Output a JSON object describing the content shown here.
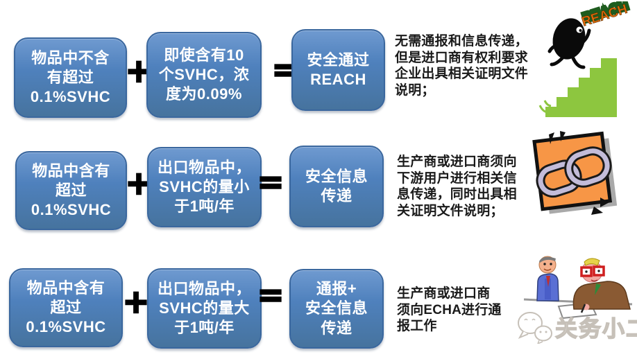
{
  "slide": {
    "topic": "REACH SVHC notification rules"
  },
  "operators": {
    "plus": "+",
    "equals": "="
  },
  "rows": [
    {
      "condition1": "物品中不含\n有超过\n0.1%SVHC",
      "condition2": "即使含有10\n个SVHC，浓\n度为0.09%",
      "result": "安全通过\nREACH",
      "description": "无需通报和信息传递，\n但是进口商有权利要求\n企业出具相关证明文件\n说明；",
      "illustration": "person-climbing-stairs-to-reach"
    },
    {
      "condition1": "物品中含有\n超过\n0.1%SVHC",
      "condition2": "出口物品中，\nSVHC的量小\n于1吨/年",
      "result": "安全信息\n传递",
      "description": "生产商或进口商须向\n下游用户进行相关信\n息传递，同时出具相\n关证明文件说明；",
      "illustration": "chain-links-clipart"
    },
    {
      "condition1": "物品中含有\n超过\n0.1%SVHC",
      "condition2": "出口物品中，\nSVHC的量大\n于1吨/年",
      "result": "通报+\n安全信息\n传递",
      "description": "生产商或进口商\n须向ECHA进行通\n报工作",
      "illustration": "businessmen-signing-document"
    }
  ],
  "illustrations": {
    "reach_label": "REACH"
  },
  "watermark": {
    "text": "关务小二"
  },
  "colors": {
    "box_blue": "#4f81bd",
    "box_border": "#3a679e",
    "body_text": "#1a1a1a",
    "operator_black": "#000000",
    "stairs_green": "#8dc63f",
    "reach_orange": "#e36c0a",
    "reach_green": "#1e5c1e",
    "chain_orange": "#f79646",
    "chain_silver": "#c3bcd9",
    "suit_blue": "#5a6fd4",
    "suit_brown": "#8a5a33",
    "watermark_gray": "#c6c0b8"
  }
}
